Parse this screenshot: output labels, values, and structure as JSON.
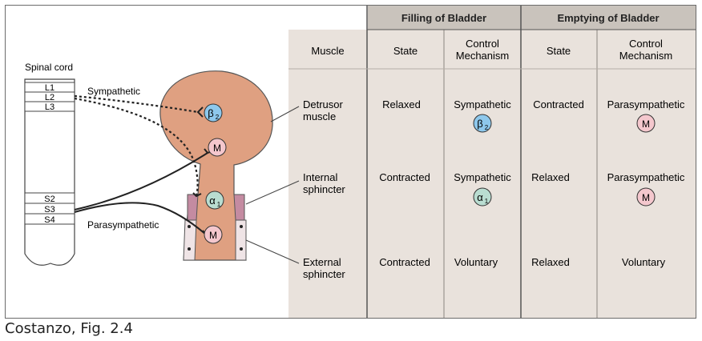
{
  "left_diagram": {
    "spinal_cord_label": "Spinal cord",
    "lumbar_segments": [
      "L1",
      "L2",
      "L3"
    ],
    "sacral_segments": [
      "S2",
      "S3",
      "S4"
    ],
    "sympathetic_label": "Sympathetic",
    "parasympathetic_label": "Parasympathetic",
    "receptors": {
      "beta2": {
        "main": "β",
        "sub": "2"
      },
      "m_top": {
        "main": "M",
        "sub": ""
      },
      "alpha1": {
        "main": "α",
        "sub": "1"
      },
      "m_bottom": {
        "main": "M",
        "sub": ""
      }
    }
  },
  "table": {
    "group_headers": [
      "Filling of Bladder",
      "Emptying of Bladder"
    ],
    "column_headers": {
      "muscle": "Muscle",
      "fill_state": "State",
      "fill_control": [
        "Control",
        "Mechanism"
      ],
      "empty_state": "State",
      "empty_control": [
        "Control",
        "Mechanism"
      ]
    },
    "rows": [
      {
        "muscle": [
          "Detrusor",
          "muscle"
        ],
        "fill_state": "Relaxed",
        "fill_control": "Sympathetic",
        "fill_receptor": {
          "main": "β",
          "sub": "2"
        },
        "empty_state": "Contracted",
        "empty_control": "Parasympathetic",
        "empty_receptor": {
          "main": "M",
          "sub": ""
        }
      },
      {
        "muscle": [
          "Internal",
          "sphincter"
        ],
        "fill_state": "Contracted",
        "fill_control": "Sympathetic",
        "fill_receptor": {
          "main": "α",
          "sub": "1"
        },
        "empty_state": "Relaxed",
        "empty_control": "Parasympathetic",
        "empty_receptor": {
          "main": "M",
          "sub": ""
        }
      },
      {
        "muscle": [
          "External",
          "sphincter"
        ],
        "fill_state": "Contracted",
        "fill_control": "Voluntary",
        "empty_state": "Relaxed",
        "empty_control": "Voluntary"
      }
    ]
  },
  "colors": {
    "beta_fill": "#8ec8ec",
    "alpha_fill": "#b9ddd1",
    "m_fill": "#f4c7cd",
    "bladder": "#dfa081",
    "sphincter": "#c48ba1",
    "table_bg": "#e9e2dc",
    "header_bg": "#c9c3bc"
  },
  "caption": "Costanzo, Fig. 2.4"
}
